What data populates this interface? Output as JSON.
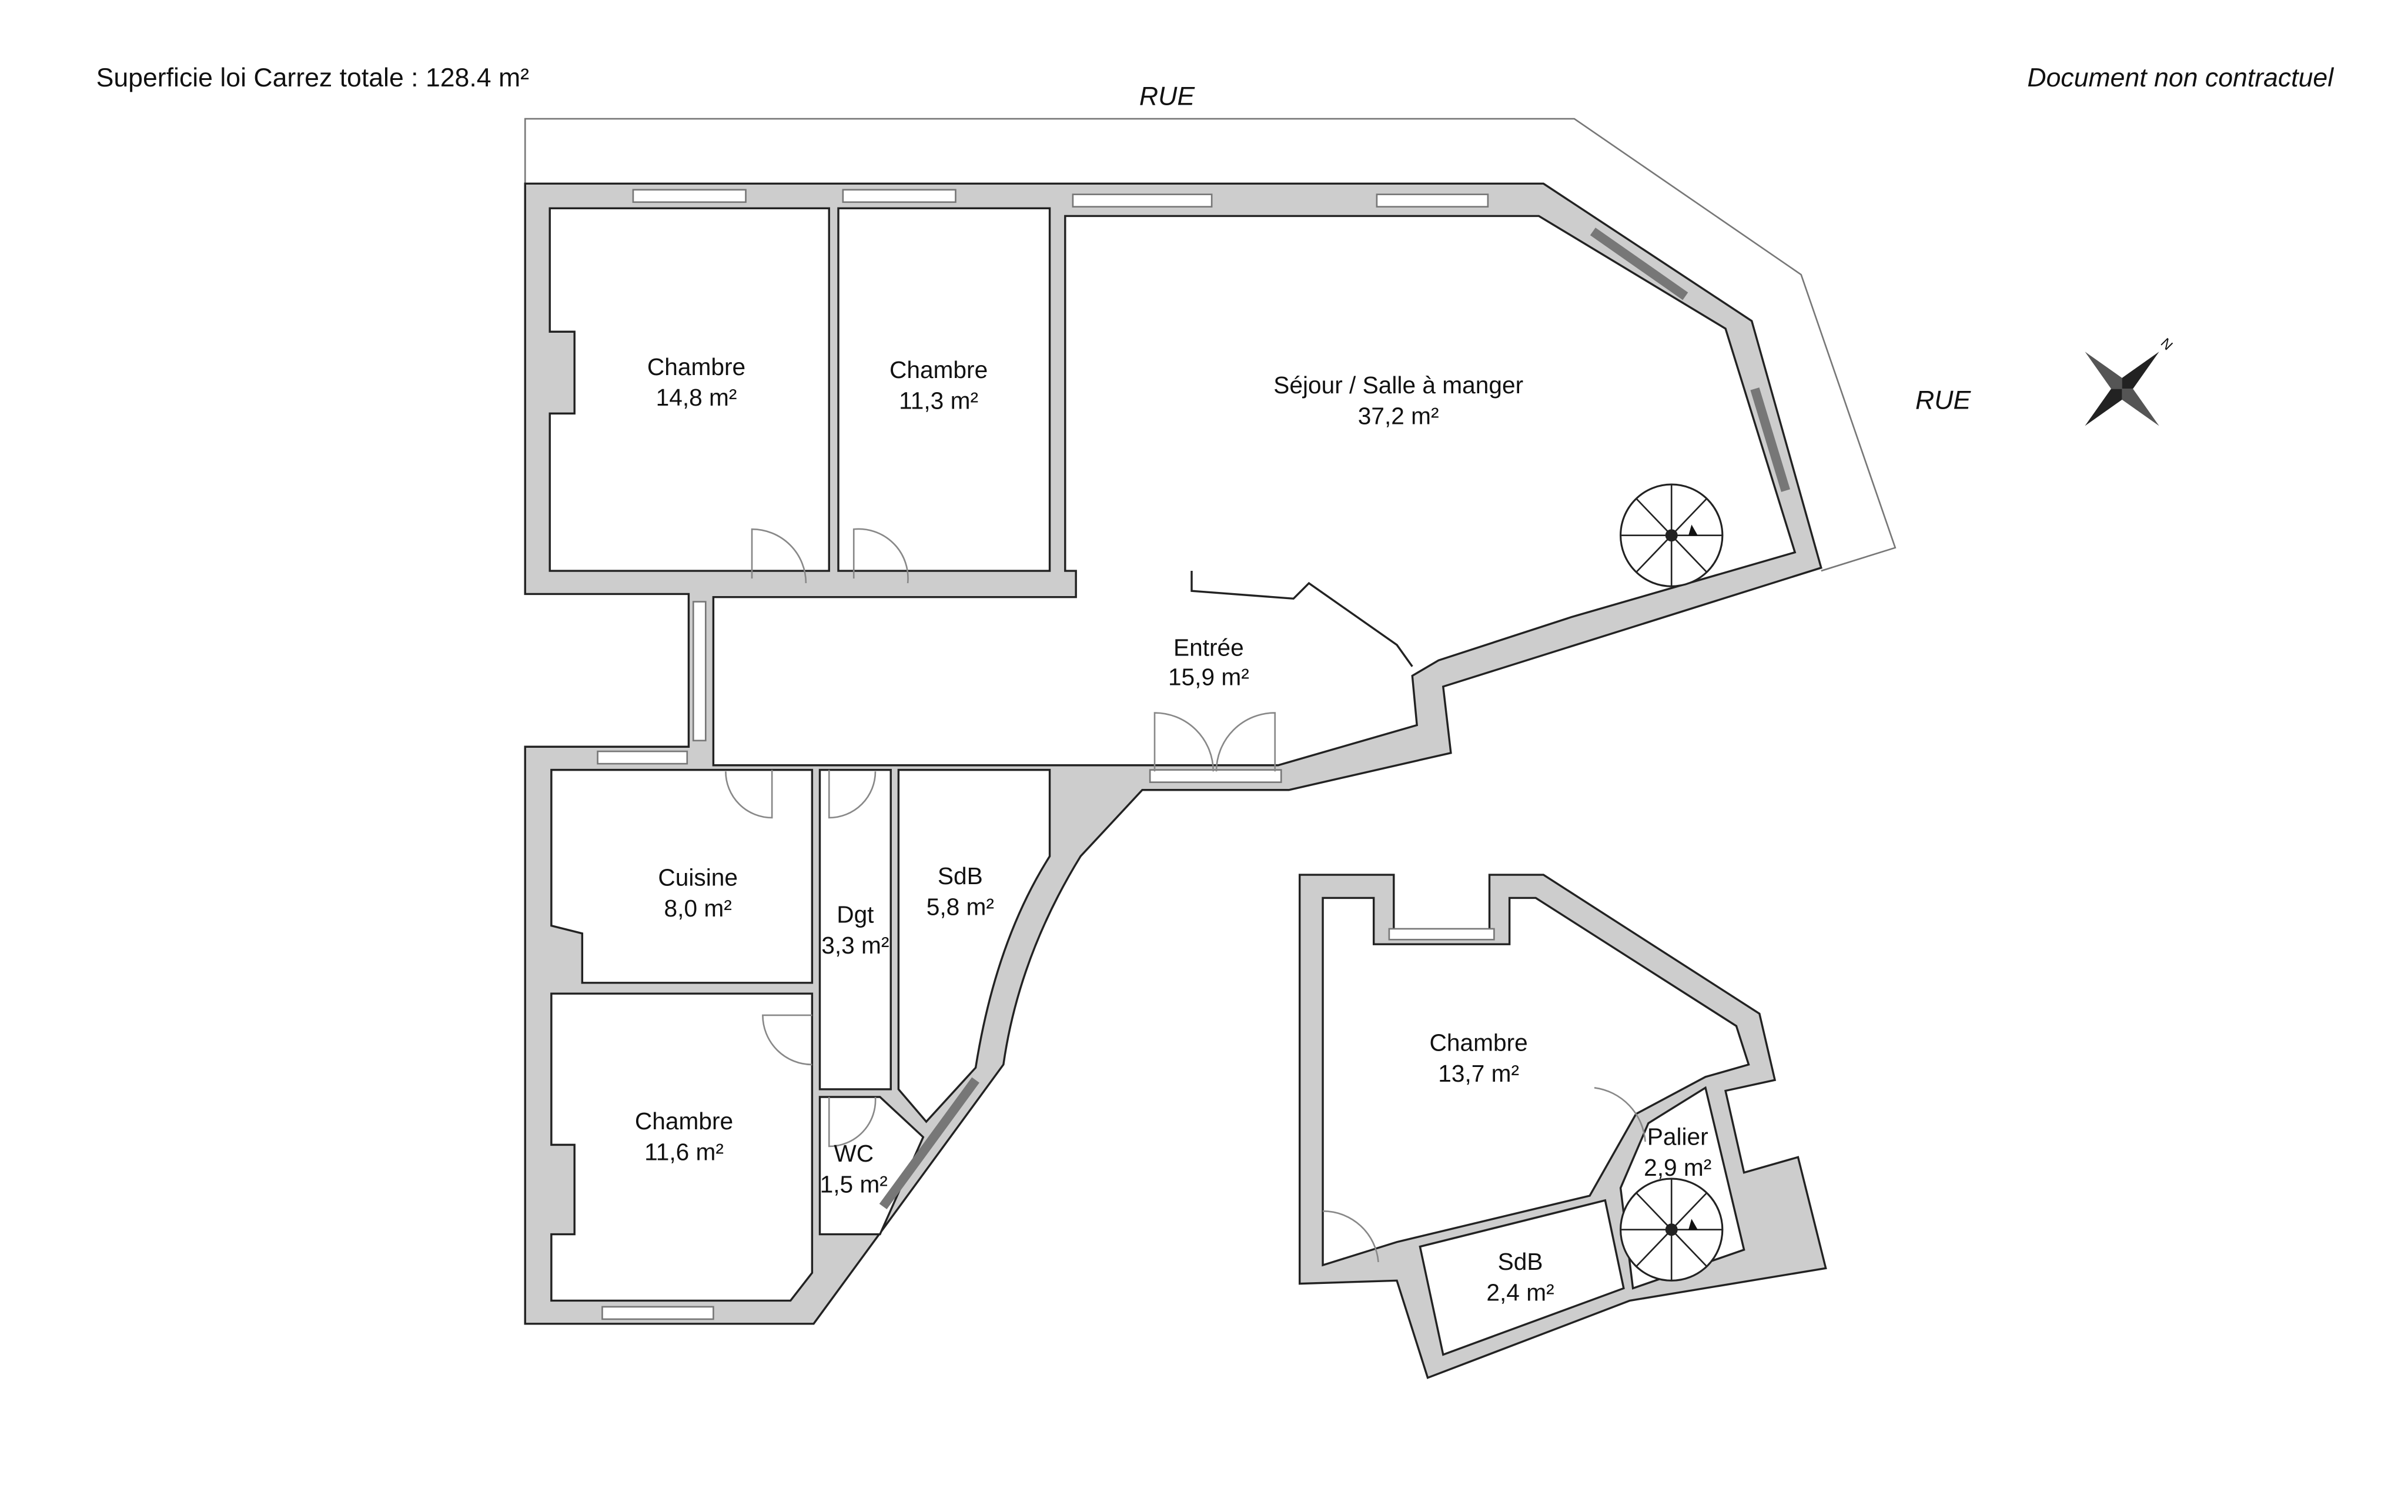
{
  "header": {
    "total_area": "Superficie loi Carrez totale :  128.4 m²",
    "disclaimer": "Document non contractuel"
  },
  "streets": {
    "top": "RUE",
    "right": "RUE"
  },
  "compass": {
    "north_label": "N"
  },
  "rooms": [
    {
      "name": "Chambre",
      "area": "14,8 m²"
    },
    {
      "name": "Chambre",
      "area": "11,3 m²"
    },
    {
      "name": "Séjour / Salle à manger",
      "area": "37,2 m²"
    },
    {
      "name": "Entrée",
      "area": "15,9 m²"
    },
    {
      "name": "Cuisine",
      "area": "8,0 m²"
    },
    {
      "name": "Dgt",
      "area": "3,3 m²"
    },
    {
      "name": "SdB",
      "area": "5,8 m²"
    },
    {
      "name": "Chambre",
      "area": "11,6 m²"
    },
    {
      "name": "WC",
      "area": "1,5 m²"
    },
    {
      "name": "Chambre",
      "area": "13,7 m²"
    },
    {
      "name": "Palier",
      "area": "2,9 m²"
    },
    {
      "name": "SdB",
      "area": "2,4 m²"
    }
  ],
  "colors": {
    "wall": "#cdcdcd",
    "line": "#222222"
  }
}
